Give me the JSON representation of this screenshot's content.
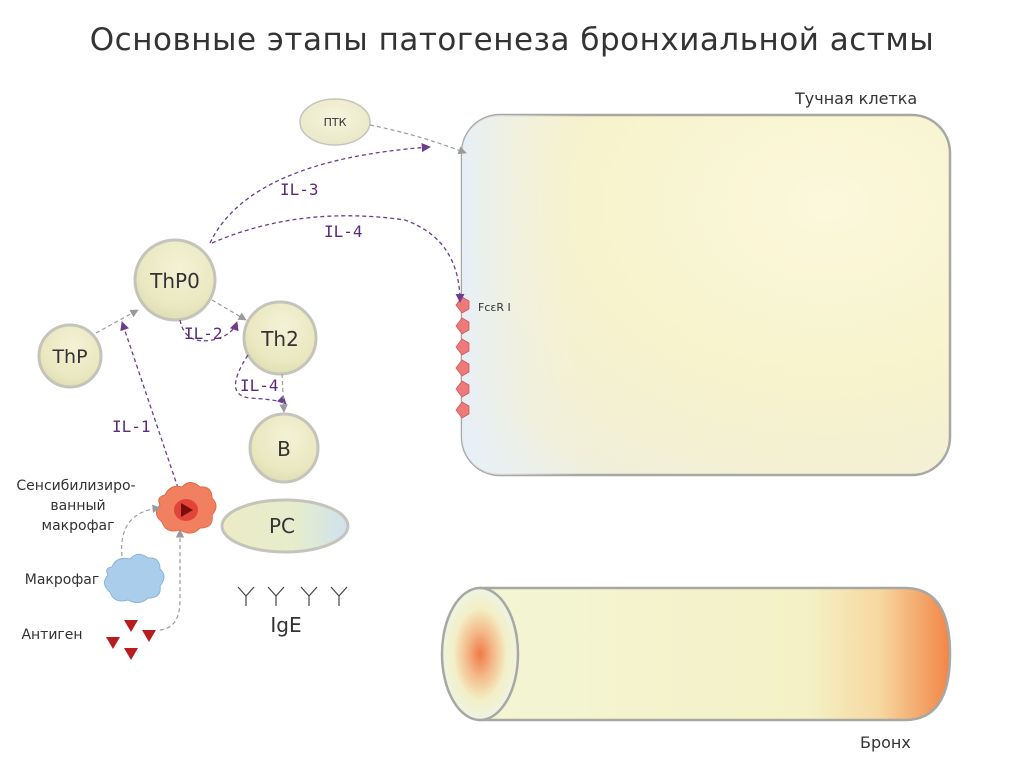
{
  "title": "Основные этапы патогенеза бронхиальной астмы",
  "labels": {
    "mast_cell": "Тучная клетка",
    "ptk": "ПТК",
    "receptor": "FcεR I",
    "thp": "ThP",
    "thp0": "ThP0",
    "th2": "Th2",
    "b": "B",
    "pc": "PC",
    "ige": "IgE",
    "sens_macrophage_line1": "Сенсибилизиро-",
    "sens_macrophage_line2": "ванный",
    "sens_macrophage_line3": "макрофаг",
    "macrophage": "Макрофаг",
    "antigen": "Антиген",
    "bronchus": "Бронх"
  },
  "cytokines": {
    "il3": "IL-3",
    "il4_top": "IL-4",
    "il2": "IL-2",
    "il4_bottom": "IL-4",
    "il1": "IL-1"
  },
  "colors": {
    "cell_fill": "#ecebc6",
    "cell_stroke": "#b9b9b2",
    "arrow_purple": "#6a3d8f",
    "arrow_gray": "#9a9a9a",
    "receptor": "#ec7a7a",
    "antigen": "#b81d1d",
    "macrophage": "#a9cdea",
    "sens_macrophage": "#f08060",
    "bronchus_end": "#f2874a"
  }
}
